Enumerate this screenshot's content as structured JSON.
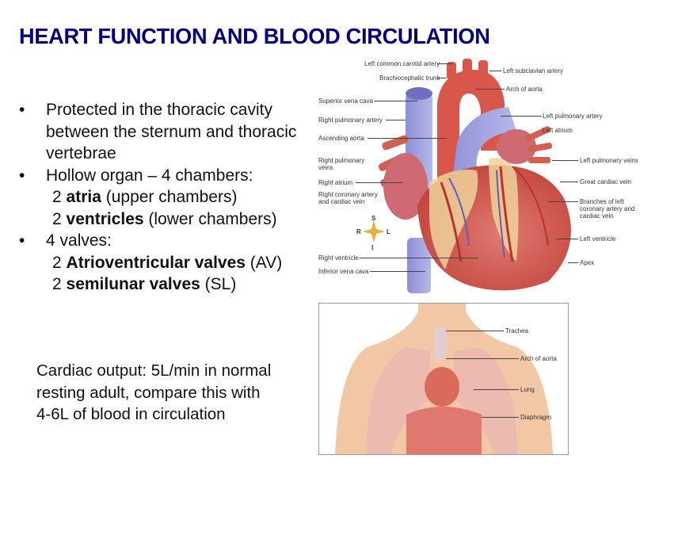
{
  "slide": {
    "title": "HEART FUNCTION AND BLOOD CIRCULATION",
    "bullets": [
      {
        "text": "Protected in the thoracic cavity between the sternum and thoracic vertebrae"
      },
      {
        "text": "Hollow organ – 4 chambers:"
      },
      {
        "text": "4 valves:"
      }
    ],
    "chambers": [
      {
        "num": "2",
        "bold": "atria",
        "rest": " (upper chambers)"
      },
      {
        "num": "2",
        "bold": "ventricles",
        "rest": " (lower chambers)"
      }
    ],
    "valves": [
      {
        "num": "2",
        "bold": "Atrioventricular valves",
        "rest": " (AV)"
      },
      {
        "num": "2",
        "bold": "semilunar valves",
        "rest": " (SL)"
      }
    ],
    "cardiac_output": "Cardiac output: 5L/min in normal resting adult, compare this with 4-6L of blood in circulation",
    "colors": {
      "title": "#000080",
      "text": "#111111"
    }
  },
  "heart_diagram": {
    "labels_left": [
      "Superior vena cava",
      "Right pulmonary  artery",
      "Ascending aorta",
      "Right pulmonary veins",
      "Right atrium",
      "Right coronary artery and cardiac vein",
      "Right ventricle",
      "Inferior vena cava"
    ],
    "labels_top": [
      "Left common carotid artery",
      "Brachiocephalic trunk",
      "Left subclavian artery",
      "Arch of aorta"
    ],
    "labels_right": [
      "Left pulmonary artery",
      "Left atrium",
      "Left pulmonary veins",
      "Great cardiac vein",
      "Branches of left coronary artery and cardiac vein",
      "Left ventricle",
      "Apex"
    ],
    "compass": {
      "s": "S",
      "i": "I",
      "r": "R",
      "l": "L"
    }
  },
  "torso_diagram": {
    "labels": [
      "Trachea",
      "Arch of aorta",
      "Lung",
      "Diaphragm"
    ]
  }
}
